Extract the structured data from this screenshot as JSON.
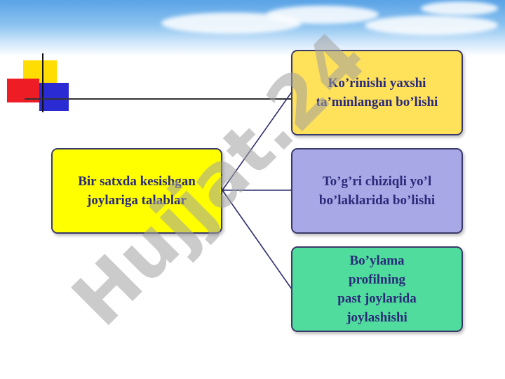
{
  "watermark": "Hujjat.24",
  "diagram": {
    "root": {
      "text": "Bir satxda  kesishgan\njoylariga talablar"
    },
    "children": [
      {
        "text": "Ko’rinishi yaxshi\nta’minlangan bo’lishi",
        "fill": "#ffe15a"
      },
      {
        "text": "To’g’ri chiziqli yo’l\nbo’laklarida bo’lishi",
        "fill": "#a8a8e6"
      },
      {
        "text": "Bo’ylama\nprofilning\n past joylarida\njoylashishi",
        "fill": "#4fdc9c"
      }
    ],
    "root_fill": "#ffff00"
  }
}
